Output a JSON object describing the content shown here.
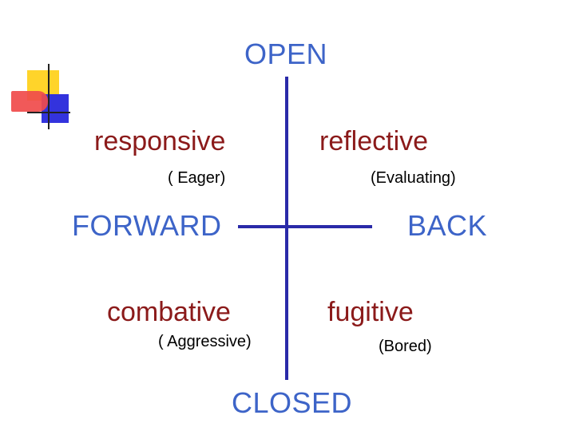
{
  "axes": {
    "top": "OPEN",
    "bottom": "CLOSED",
    "left": "FORWARD",
    "right": "BACK"
  },
  "quadrants": [
    {
      "label": "responsive",
      "descriptor": "( Eager)"
    },
    {
      "label": "reflective",
      "descriptor": "(Evaluating)"
    },
    {
      "label": "combative",
      "descriptor": "( Aggressive)"
    },
    {
      "label": "fugitive",
      "descriptor": "(Bored)"
    }
  ],
  "colors": {
    "axis_label": "#3d64c8",
    "axis_line": "#2a2aa8",
    "quadrant_label": "#8b1a1a",
    "descriptor": "#000000"
  }
}
